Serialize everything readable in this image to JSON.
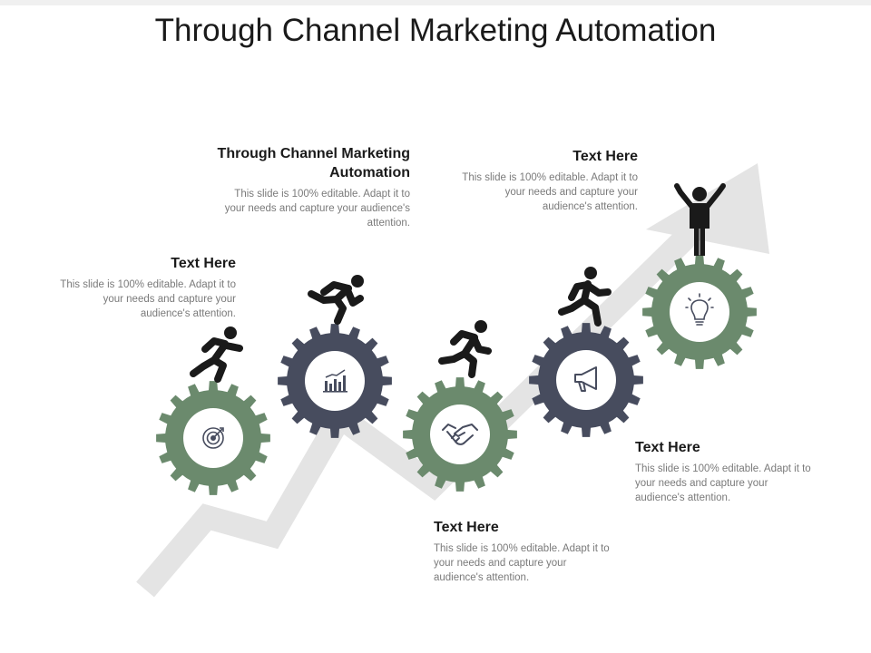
{
  "title": "Through Channel Marketing Automation",
  "colors": {
    "green": "#6b8a6d",
    "navy": "#474c5e",
    "arrow": "#e4e4e4",
    "figure": "#1a1a1a"
  },
  "blocks": [
    {
      "heading": "Text Here",
      "body": "This slide is 100% editable. Adapt it to your needs and capture your audience's attention."
    },
    {
      "heading": "Through Channel Marketing Automation",
      "body": "This slide is 100% editable. Adapt it to your needs and capture your audience's attention."
    },
    {
      "heading": "Text Here",
      "body": "This slide is 100% editable. Adapt it to your needs and capture your audience's attention."
    },
    {
      "heading": "Text Here",
      "body": "This slide is 100% editable. Adapt it to your needs and capture your audience's attention."
    },
    {
      "heading": "Text Here",
      "body": "This slide is 100% editable. Adapt it to your needs and capture your audience's attention."
    }
  ],
  "gears": [
    {
      "color": "green",
      "icon": "target-icon"
    },
    {
      "color": "navy",
      "icon": "bar-chart-icon"
    },
    {
      "color": "green",
      "icon": "handshake-icon"
    },
    {
      "color": "navy",
      "icon": "megaphone-icon"
    },
    {
      "color": "green",
      "icon": "lightbulb-icon"
    }
  ]
}
